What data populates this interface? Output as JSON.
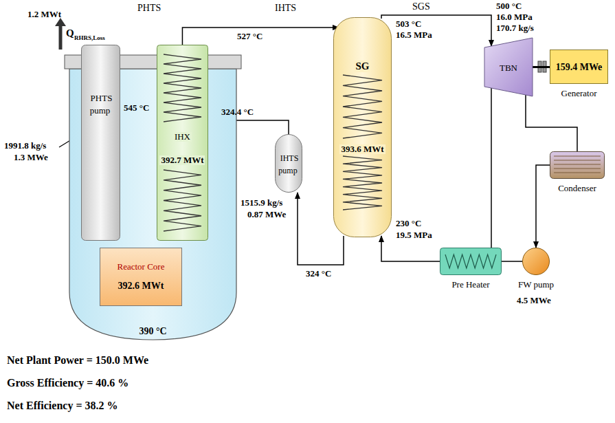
{
  "diagram": {
    "nodes": [
      {
        "text": [
          "390 °C"
        ]
      },
      {
        "text": [
          "PHTS pump"
        ],
        "in": 0
      },
      {
        "text": [
          "IHX",
          "392.7 MWt"
        ],
        "in": 0
      },
      {
        "text": [
          "Reactor Core",
          "392.6 MWt"
        ],
        "in": 0
      },
      {
        "text": [
          "IHTS pump"
        ]
      },
      {
        "text": [
          "SG",
          "393.6 MWt"
        ]
      },
      {
        "text": [
          "TBN"
        ]
      },
      {
        "text": [
          "159.4 MWe",
          "Generator"
        ]
      },
      {
        "text": [
          "Condenser"
        ]
      },
      {
        "text": [
          "Pre Heater"
        ]
      },
      {
        "text": [
          "FW pump"
        ]
      }
    ],
    "edges": [
      {
        "from": 2,
        "to": 5,
        "arrow": "to"
      },
      {
        "from": 5,
        "to": 4,
        "arrow": "to"
      },
      {
        "from": 4,
        "to": 2,
        "arrow": "to"
      },
      {
        "from": 5,
        "to": 6,
        "arrow": "to"
      },
      {
        "from": 6,
        "to": 7,
        "arrow": "none"
      },
      {
        "from": 6,
        "to": 8,
        "arrow": "none"
      },
      {
        "from": 6,
        "to": 9,
        "arrow": "none"
      },
      {
        "from": 8,
        "to": 10,
        "arrow": "to"
      },
      {
        "from": 10,
        "to": 9,
        "arrow": "none"
      },
      {
        "from": 9,
        "to": 5,
        "arrow": "to"
      }
    ],
    "labels": [
      "PHTS",
      "IHTS",
      "SGS",
      "1.2 MWt",
      "Q",
      "RHRS,Loss",
      "545 °C",
      "527 °C",
      "324.4 °C",
      "1991.8 kg/s",
      "1.3 MWe",
      "1515.9 kg/s",
      "0.87 MWe",
      "324 °C",
      "503 °C",
      "16.5 MPa",
      "500 °C",
      "16.0 MPa",
      "170.7 kg/s",
      "230 °C",
      "19.5 MPa",
      "4.5 MWe",
      "Net Plant Power = 150.0 MWe",
      "Gross Efficiency = 40.6 %",
      "Net Efficiency = 38.2 %"
    ]
  }
}
